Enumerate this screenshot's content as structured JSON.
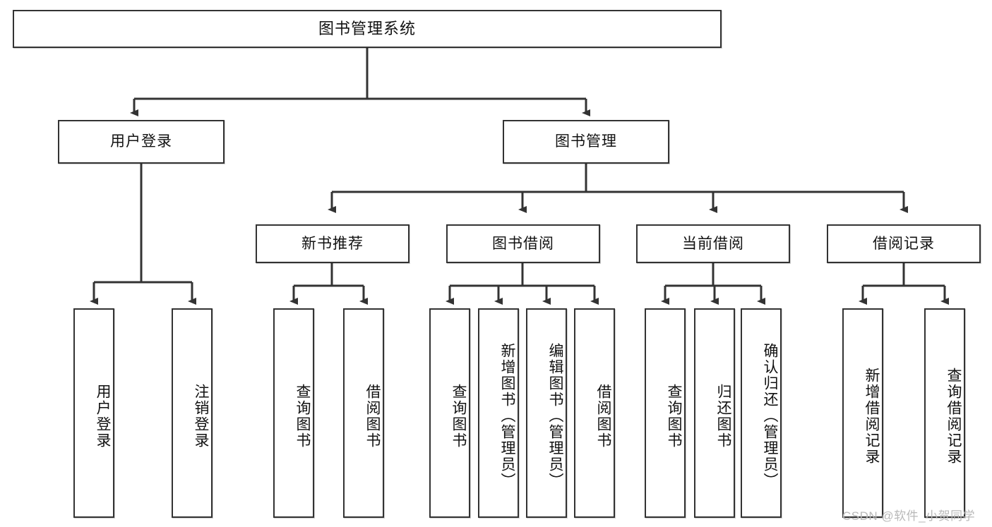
{
  "diagram": {
    "title": "图书管理系统",
    "type": "tree-hierarchy",
    "root": {
      "label": "图书管理系统"
    },
    "level2": [
      {
        "label": "用户登录"
      },
      {
        "label": "图书管理"
      }
    ],
    "level3": [
      {
        "label": "新书推荐"
      },
      {
        "label": "图书借阅"
      },
      {
        "label": "当前借阅"
      },
      {
        "label": "借阅记录"
      }
    ],
    "leaves": {
      "user_login": [
        {
          "label": "用户登录"
        },
        {
          "label": "注销登录"
        }
      ],
      "new_book_recommend": [
        {
          "label": "查询图书"
        },
        {
          "label": "借阅图书"
        }
      ],
      "book_borrow": [
        {
          "label": "查询图书"
        },
        {
          "label": "新增图书（管理员）"
        },
        {
          "label": "编辑图书（管理员）"
        },
        {
          "label": "借阅图书"
        }
      ],
      "current_borrow": [
        {
          "label": "查询图书"
        },
        {
          "label": "归还图书"
        },
        {
          "label": "确认归还（管理员）"
        }
      ],
      "borrow_record": [
        {
          "label": "新增借阅记录"
        },
        {
          "label": "查询借阅记录"
        }
      ]
    }
  },
  "watermark": {
    "text": "CSDN @软件_小贺同学"
  },
  "colors": {
    "stroke": "#333333",
    "fill": "#ffffff",
    "text": "#111111",
    "watermark": "#b9b9b9"
  }
}
